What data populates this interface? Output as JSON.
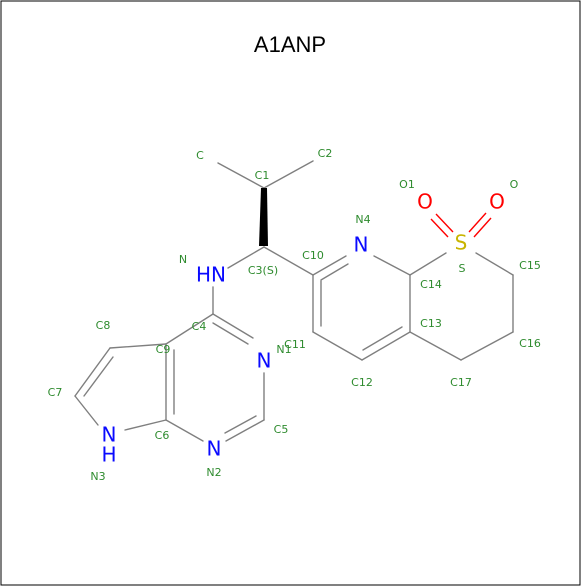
{
  "title": "A1ANP",
  "colors": {
    "nitrogen": "#0a0aff",
    "oxygen": "#ff0000",
    "sulfur": "#c8b400",
    "label": "#2e8b2e",
    "bond": "#7f7f7f"
  },
  "elements": {
    "nh_amine": "HN",
    "n_ring_n1": "N",
    "n_ring_n2": "N",
    "n_ring_n3": "N",
    "h_ring_n3": "H",
    "n_pyridine": "N",
    "s_sulfonyl": "S",
    "o_left": "O",
    "o_right": "O"
  },
  "atom_labels": {
    "c": "C",
    "c1": "C1",
    "c2": "C2",
    "c3": "C3(S)",
    "n": "N",
    "c4": "C4",
    "n1": "N1",
    "c5": "C5",
    "n2": "N2",
    "c6": "C6",
    "n3": "N3",
    "c7": "C7",
    "c8": "C8",
    "c9": "C9",
    "c10": "C10",
    "n4": "N4",
    "c11": "C11",
    "c12": "C12",
    "c13": "C13",
    "c14": "C14",
    "s": "S",
    "o1": "O1",
    "o": "O",
    "c15": "C15",
    "c16": "C16",
    "c17": "C17"
  }
}
